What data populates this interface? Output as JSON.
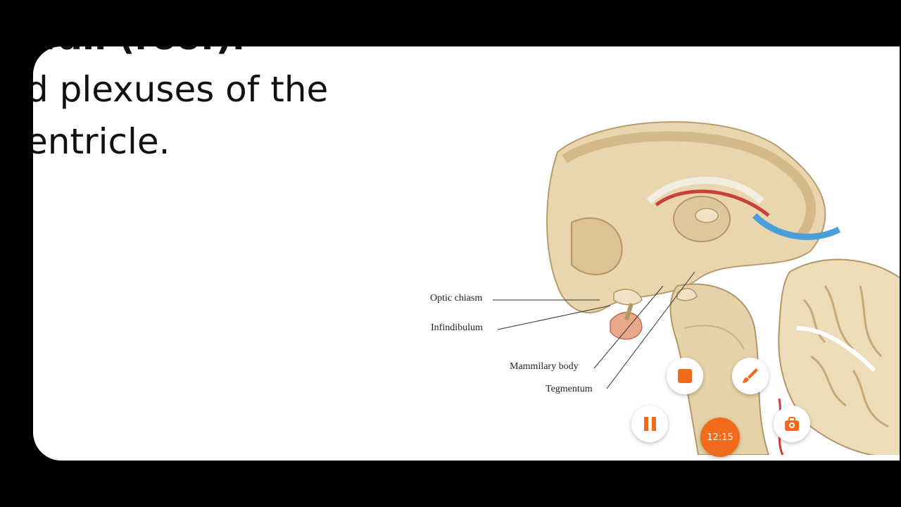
{
  "slide": {
    "lines": [
      "wall (roof).",
      "d plexuses of the",
      "entricle."
    ]
  },
  "figure": {
    "labels": {
      "optic_chiasm": "Optic chiasm",
      "infundibulum": "Infindibulum",
      "mammillary_body": "Mammilary body",
      "tegmentum": "Tegmentum"
    }
  },
  "recorder": {
    "timer": "12:15",
    "accent_color": "#f26a1b",
    "icons": {
      "stop": "stop-icon",
      "brush": "brush-icon",
      "pause": "pause-icon",
      "toolbox": "toolbox-icon"
    }
  }
}
